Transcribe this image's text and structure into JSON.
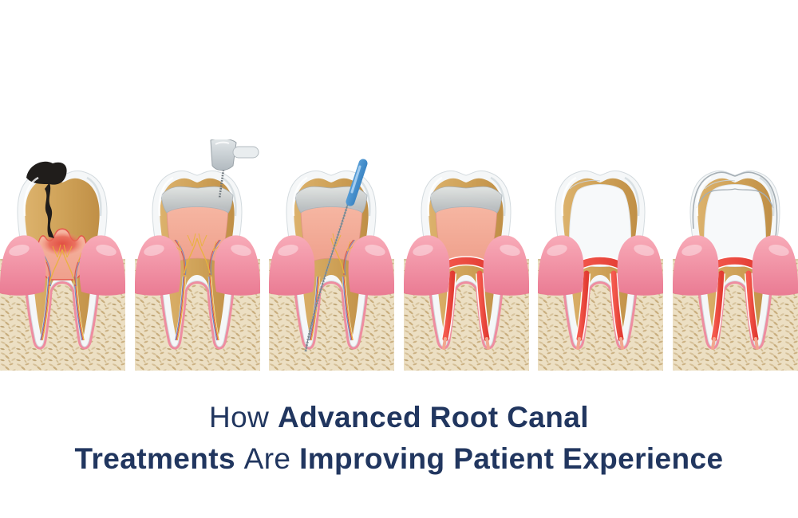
{
  "page": {
    "background": "#ffffff"
  },
  "title": {
    "color": "#21365f",
    "lines": [
      {
        "segments": [
          {
            "text": "How ",
            "bold": false
          },
          {
            "text": "Advanced Root Canal",
            "bold": true
          }
        ]
      },
      {
        "segments": [
          {
            "text": "Treatments ",
            "bold": true
          },
          {
            "text": "Are ",
            "bold": false
          },
          {
            "text": "Improving Patient Experience",
            "bold": true
          }
        ]
      }
    ]
  },
  "illustration": {
    "type": "root-canal-treatment-stages",
    "stages": [
      {
        "id": 1,
        "name": "decayed-tooth",
        "features": {
          "decay": true,
          "pulp_small": true,
          "nerves": true,
          "threads": true
        }
      },
      {
        "id": 2,
        "name": "access-opening",
        "features": {
          "drill": true,
          "band": true,
          "chamber": true,
          "nerves": true,
          "threads": true
        }
      },
      {
        "id": 3,
        "name": "canal-cleaning",
        "features": {
          "file": true,
          "band": true,
          "chamber": true,
          "nerves_right": true,
          "threads": true
        }
      },
      {
        "id": 4,
        "name": "canals-filled",
        "features": {
          "band": true,
          "chamber": true,
          "red_canals": true
        }
      },
      {
        "id": 5,
        "name": "core-buildup",
        "features": {
          "core": true,
          "red_canals": true
        }
      },
      {
        "id": 6,
        "name": "crown-placed",
        "features": {
          "core": true,
          "red_canals": true,
          "cap": true
        }
      }
    ],
    "colors": {
      "enamel": "#f5f7f8",
      "enamel_shade": "#cdd6da",
      "dentin": "#d0a55e",
      "pulp": "#f2a18e",
      "infection": "#e4564a",
      "nerve_yellow": "#e9b33c",
      "nerve_red": "#d5544a",
      "nerve_blue": "#6c86c2",
      "decay": "#201d1b",
      "gum": "#f094a4",
      "gum_dark": "#ee8da0",
      "bone": "#ecdfc3",
      "bone_speckle": "#c9ae7e",
      "canal_fill": "#f04740",
      "metal": "#c7cdd1",
      "file_handle": "#2e7fc6",
      "file_shaft": "#93a1a9"
    }
  }
}
